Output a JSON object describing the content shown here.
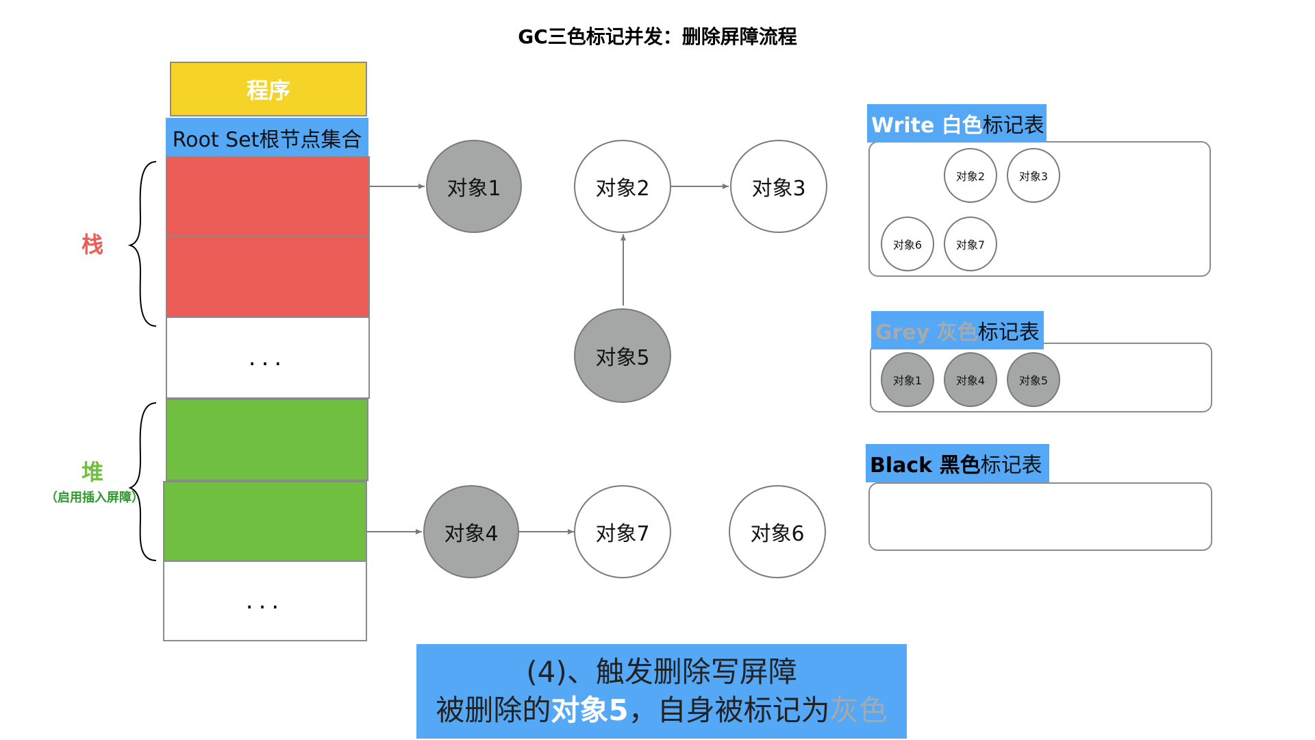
{
  "title": "GC三色标记并发：删除屏障流程",
  "program": "程序",
  "root_set": "Root Set根节点集合",
  "ellipsis": "...",
  "stack_label": "栈",
  "heap_label": "堆",
  "heap_sublabel": "（启用插入屏障）",
  "nodes": {
    "obj1": "对象1",
    "obj2": "对象2",
    "obj3": "对象3",
    "obj4": "对象4",
    "obj5": "对象5",
    "obj6": "对象6",
    "obj7": "对象7"
  },
  "tables": {
    "white": {
      "highlight": "Write 白色",
      "suffix": "标记表",
      "items": [
        "对象2",
        "对象3",
        "对象6",
        "对象7"
      ]
    },
    "grey": {
      "highlight": "Grey 灰色",
      "suffix": "标记表",
      "items": [
        "对象1",
        "对象4",
        "对象5"
      ]
    },
    "black": {
      "highlight": "Black 黑色",
      "suffix": "标记表",
      "items": []
    }
  },
  "caption": {
    "line1": "(4)、触发删除写屏障",
    "line2_prefix": "被删除的",
    "line2_highlight": "对象5",
    "line2_middle": "，自身被标记为",
    "line2_grey": "灰色"
  },
  "colors": {
    "stack_red": "#ec5d57",
    "heap_green": "#70bf41",
    "program_yellow": "#f5d327",
    "label_blue": "#55a8f5",
    "node_grey": "#a5a7a6"
  }
}
